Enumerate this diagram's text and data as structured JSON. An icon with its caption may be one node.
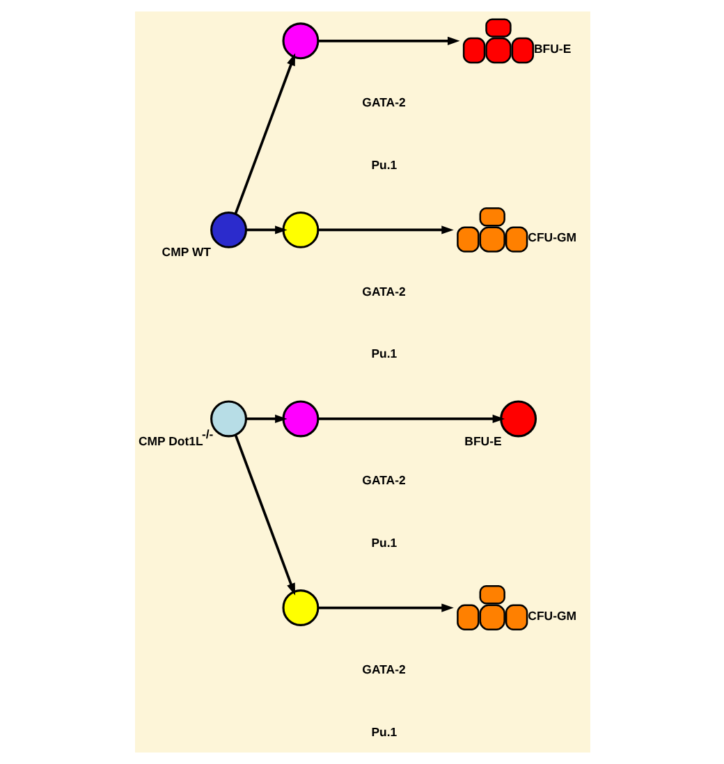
{
  "diagram": {
    "nodes": [
      {
        "text": [],
        "shape": "circle",
        "beside": [
          "CMP WT"
        ]
      },
      {
        "text": [],
        "shape": "circle"
      },
      {
        "text": [],
        "shape": "circle"
      },
      {
        "text": [],
        "shape": "cluster",
        "beside": [
          "BFU-E"
        ]
      },
      {
        "text": [],
        "shape": "cluster",
        "beside": [
          "CFU-GM"
        ]
      },
      {
        "text": [],
        "shape": "circle",
        "beside": [
          "CMP Dot1L$^{-/-}$"
        ]
      },
      {
        "text": [],
        "shape": "circle"
      },
      {
        "text": [],
        "shape": "circle"
      },
      {
        "text": [],
        "shape": "circle",
        "beside": [
          "BFU-E"
        ]
      },
      {
        "text": [],
        "shape": "cluster",
        "beside": [
          "CFU-GM"
        ]
      }
    ],
    "edges": [
      {
        "from": 0,
        "to": 1,
        "arrow": "to"
      },
      {
        "from": 0,
        "to": 2,
        "arrow": "to"
      },
      {
        "from": 1,
        "to": 3,
        "arrow": "to"
      },
      {
        "from": 2,
        "to": 4,
        "arrow": "to"
      },
      {
        "from": 5,
        "to": 6,
        "arrow": "to"
      },
      {
        "from": 5,
        "to": 7,
        "arrow": "to"
      },
      {
        "from": 6,
        "to": 8,
        "arrow": "to"
      },
      {
        "from": 7,
        "to": 9,
        "arrow": "to"
      }
    ],
    "labels": [
      "GATA-2",
      "Pu.1",
      "GATA-2",
      "Pu.1",
      "GATA-2",
      "Pu.1",
      "GATA-2",
      "Pu.1"
    ]
  }
}
